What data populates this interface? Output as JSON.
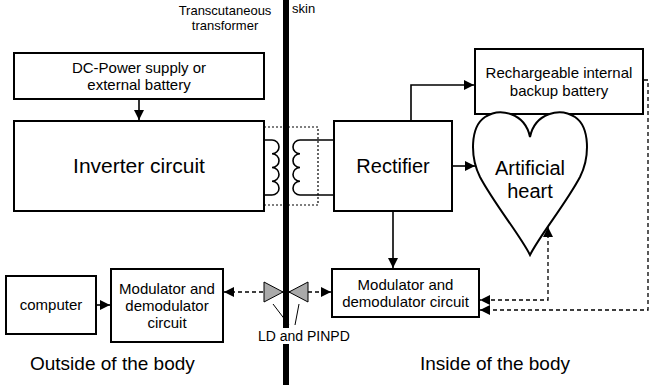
{
  "diagram": {
    "nodes": [
      {
        "text": [
          "DC-Power supply or external battery"
        ]
      },
      {
        "text": [
          "Inverter circuit"
        ]
      },
      {
        "text": [
          "Rectifier"
        ]
      },
      {
        "text": [
          "Rechargeable internal backup battery"
        ]
      },
      {
        "text": [
          "Artificial heart"
        ]
      },
      {
        "text": [
          "computer"
        ]
      },
      {
        "text": [
          "Modulator and demodulator circuit"
        ]
      },
      {
        "text": [
          "Modulator and demodulator circuit"
        ]
      }
    ],
    "edges": [
      {
        "from": 0,
        "to": 1,
        "arrow": "to"
      },
      {
        "from": 1,
        "to": 2,
        "arrow": "none"
      },
      {
        "from": 2,
        "to": 3,
        "arrow": "to"
      },
      {
        "from": 3,
        "to": 4,
        "arrow": "to"
      },
      {
        "from": 2,
        "to": 4,
        "arrow": "to"
      },
      {
        "from": 2,
        "to": 7,
        "arrow": "to"
      },
      {
        "from": 5,
        "to": 6,
        "arrow": "to"
      },
      {
        "from": 6,
        "to": 7,
        "arrow": "both"
      },
      {
        "from": 4,
        "to": 7,
        "arrow": "both"
      },
      {
        "from": 3,
        "to": 7,
        "arrow": "to"
      }
    ],
    "labels": [
      "Transcutaneous transformer",
      "skin",
      "LD and PINPD",
      "Outside of the body",
      "Inside of the body"
    ]
  }
}
